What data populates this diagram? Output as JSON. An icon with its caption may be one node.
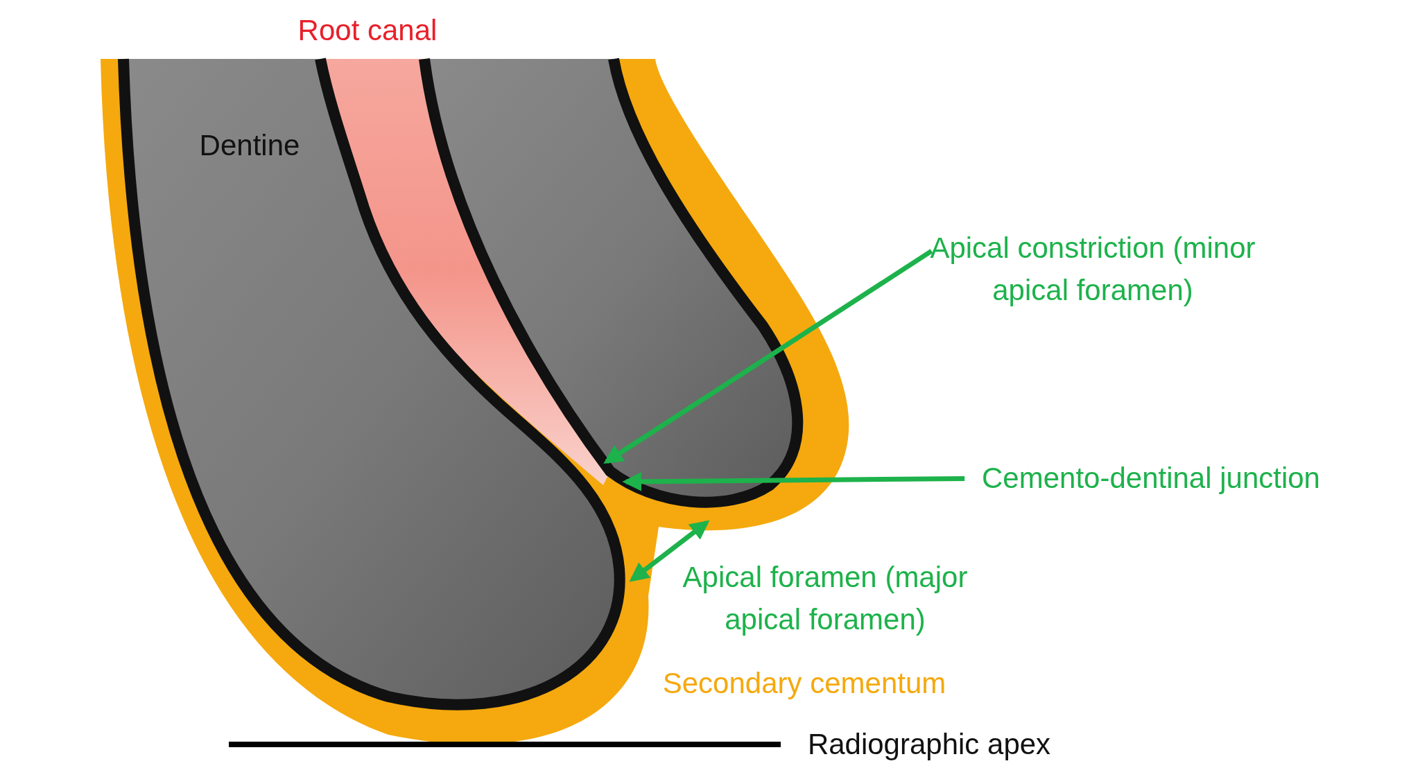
{
  "diagram": {
    "nodes": [
      {
        "text": [
          "Apical constriction (minor apical foramen)"
        ]
      },
      {
        "text": [
          "Cemento-dentinal junction"
        ]
      }
    ],
    "edges": [
      {
        "from": 0,
        "to": null,
        "arrow": "to"
      },
      {
        "from": 1,
        "to": null,
        "arrow": "to"
      }
    ],
    "labels": [
      "Root canal",
      "Dentine",
      "Apical foramen (major apical foramen)",
      "Secondary cementum",
      "Radiographic apex"
    ]
  }
}
